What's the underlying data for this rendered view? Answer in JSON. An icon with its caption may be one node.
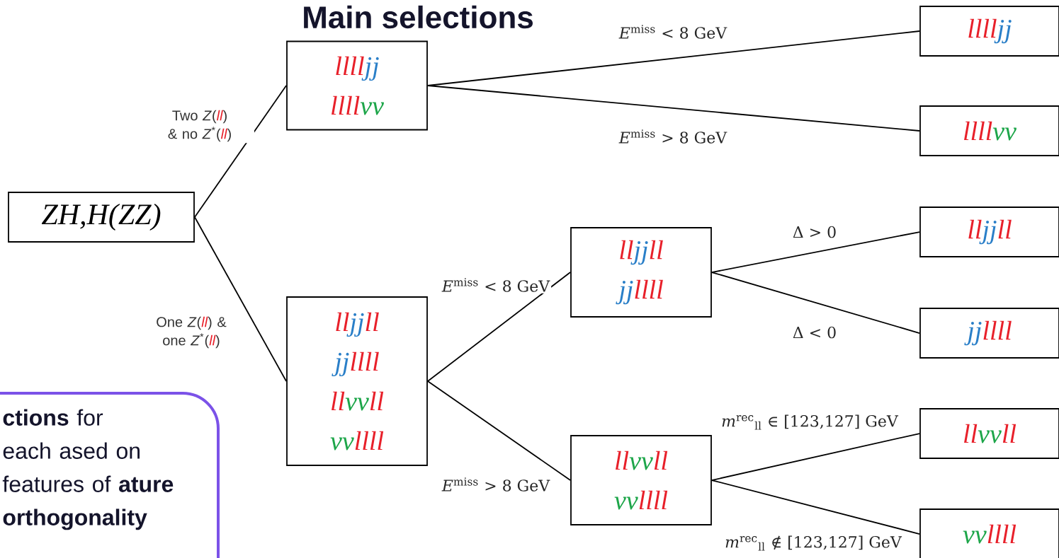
{
  "diagram": {
    "title": "Main selections",
    "nodes": [
      {
        "text": [
          "ZH,H(ZZ)"
        ]
      },
      {
        "text": [
          "lllljj",
          "llllνν"
        ]
      },
      {
        "text": [
          "lljjll",
          "jjllll",
          "llννll",
          "ννllll"
        ]
      },
      {
        "text": [
          "lljjll",
          "jjllll"
        ]
      },
      {
        "text": [
          "llννll",
          "ννllll"
        ]
      },
      {
        "text": [
          "lllljj"
        ]
      },
      {
        "text": [
          "llllνν"
        ]
      },
      {
        "text": [
          "lljjll"
        ]
      },
      {
        "text": [
          "jjllll"
        ]
      },
      {
        "text": [
          "llννll"
        ]
      },
      {
        "text": [
          "ννllll"
        ]
      },
      {
        "text": [
          "**ctions** for each ased on features of **ature orthogonality**"
        ]
      }
    ],
    "edges": [
      {
        "from": 0,
        "to": 1,
        "arrow": "none",
        "label": "Two *Z*(*ll*) & no *Z*$^{*}$(*ll*)"
      },
      {
        "from": 0,
        "to": 2,
        "arrow": "none",
        "label": "One *Z*(*ll*) & one *Z*$^{*}$(*ll*)"
      },
      {
        "from": 1,
        "to": 5,
        "arrow": "none",
        "label": "*E*$^{miss}$ < 8 GeV"
      },
      {
        "from": 1,
        "to": 6,
        "arrow": "none",
        "label": "*E*$^{miss}$ > 8 GeV"
      },
      {
        "from": 2,
        "to": 3,
        "arrow": "none",
        "label": "*E*$^{miss}$ < 8 GeV"
      },
      {
        "from": 2,
        "to": 4,
        "arrow": "none",
        "label": "*E*$^{miss}$ > 8 GeV"
      },
      {
        "from": 3,
        "to": 7,
        "arrow": "none",
        "label": "Δ > 0"
      },
      {
        "from": 3,
        "to": 8,
        "arrow": "none",
        "label": "Δ < 0"
      },
      {
        "from": 4,
        "to": 9,
        "arrow": "none",
        "label": "*m*$^{rec}$$_{ll}$ ∈ [123,127] GeV"
      },
      {
        "from": 4,
        "to": 10,
        "arrow": "none",
        "label": "*m*$^{rec}$$_{ll}$ ∉ [123,127] GeV"
      }
    ]
  }
}
